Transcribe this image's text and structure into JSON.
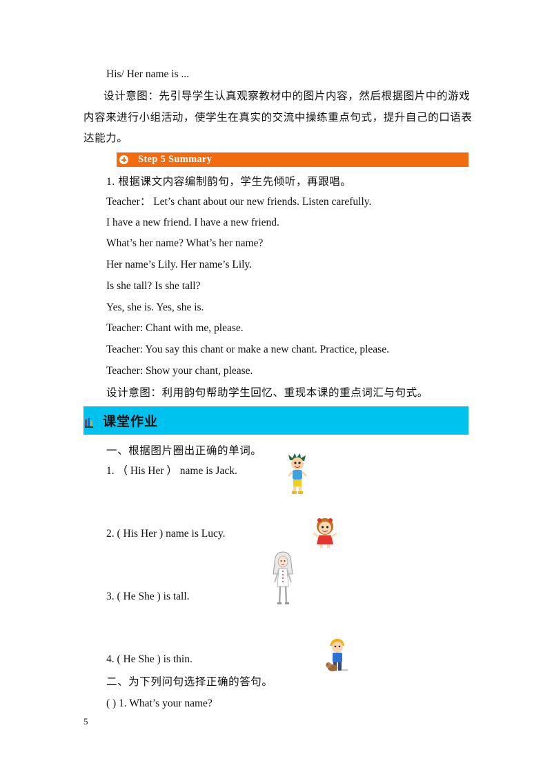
{
  "page": {
    "number": "5"
  },
  "top": {
    "line1": "His/  Her  name  is  ...",
    "design_intent": [
      "设计意图：先引导学生认真观察教材中的图片内容，然后根据图片中的游戏",
      "内容来进行小组活动，使学生在真实的交流中操练重点句式，提升自己的口语表",
      "达能力。"
    ]
  },
  "step5": {
    "title": "Step 5 Summary",
    "lines": [
      "1. 根据课文内容编制韵句，学生先倾听，再跟唱。",
      "Teacher：  Let’s  chant  about  our  new  friends.  Listen  carefully.",
      "I  have  a  new  friend.  I  have  a  new  friend.",
      "What’s  her  name?  What’s  her  name?",
      "Her  name’s  Lily.  Her  name’s  Lily.",
      "Is  she  tall?  Is  she  tall?",
      "Yes,  she  is.  Yes,  she  is.",
      "Teacher:  Chant  with  me,  please.",
      "Teacher:  You  say  this  chant  or  make  a  new  chant.  Practice,  please.",
      "Teacher:  Show  your  chant,  please.",
      "设计意图：利用韵句帮助学生回忆、重现本课的重点词汇与句式。"
    ]
  },
  "homework": {
    "title": "课堂作业",
    "part1_heading": "一、根据图片圈出正确的单词。",
    "items": [
      "1.  （  His       Her  ）   name  is  Jack.",
      "2.   ( His        Her  )  name  is  Lucy.",
      "3.  ( He           She  )  is  tall.",
      "4.  ( He           She  )  is  thin."
    ],
    "part2_heading": "二、为下列问句选择正确的答句。",
    "question1": "(    ) 1. What’s  your  name?"
  },
  "colors": {
    "orange_bar": "#f26b0f",
    "cyan_bar": "#00c2ee"
  }
}
